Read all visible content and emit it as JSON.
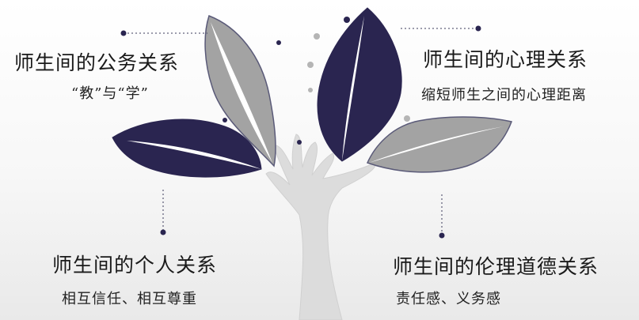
{
  "diagram": {
    "branches": [
      {
        "id": "public",
        "title": "师生间的公务关系",
        "subtitle": "“教”与“学”"
      },
      {
        "id": "psych",
        "title": "师生间的心理关系",
        "subtitle": "缩短师生之间的心理距离"
      },
      {
        "id": "personal",
        "title": "师生间的个人关系",
        "subtitle": "相互信任、相互尊重"
      },
      {
        "id": "ethics",
        "title": "师生间的伦理道德关系",
        "subtitle": "责任感、义务感"
      }
    ]
  },
  "colors": {
    "leaf_dark": "#2a2550",
    "leaf_gray": "#a3a3a3",
    "leaf_outline": "#4a4a6a",
    "trunk": "#dcdcdc",
    "dot": "#2a2550",
    "dot_light": "#b5b5b5"
  }
}
